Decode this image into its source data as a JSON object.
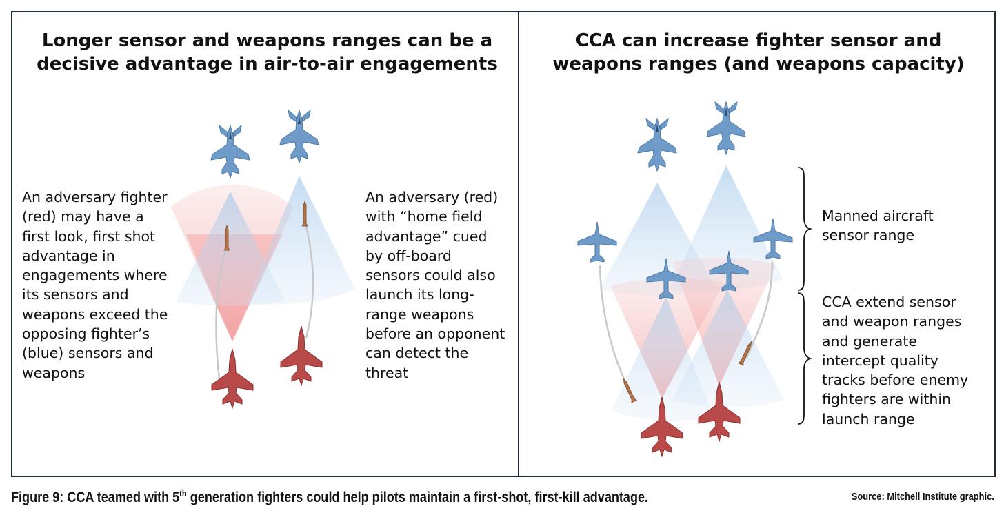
{
  "left_panel": {
    "title_lines": [
      "Longer sensor and weapons ranges can be a",
      "decisive advantage in air-to-air engagements"
    ],
    "left_text_lines": [
      "An adversary fighter",
      "(red) may have a",
      "first look, first shot",
      "advantage in",
      "engagements where",
      "its sensors and",
      "weapons exceed the",
      "opposing fighter’s",
      "(blue) sensors and",
      "weapons"
    ],
    "right_text_lines": [
      "An adversary (red)",
      "with “home field",
      "advantage” cued",
      "by off-board",
      "sensors could also",
      "launch its long-",
      "range weapons",
      "before an opponent",
      "can detect the",
      "threat"
    ]
  },
  "right_panel": {
    "title_lines": [
      "CCA can increase fighter sensor and",
      "weapons ranges (and weapons capacity)"
    ],
    "manned_lines": [
      "Manned aircraft",
      "sensor range"
    ],
    "cca_lines": [
      "CCA extend sensor",
      "and weapon ranges",
      "and generate",
      "intercept quality",
      "tracks before enemy",
      "fighters are within",
      "launch range"
    ]
  },
  "caption": {
    "prefix": "Figure 9: CCA teamed with 5",
    "superscript": "th",
    "suffix": " generation fighters could help pilots maintain a first-shot, first-kill advantage."
  },
  "source": "Source: Mitchell Institute graphic.",
  "colors": {
    "blue_aircraft": "#6f9bc9",
    "red_aircraft": "#b84a4a",
    "blue_cone": "#a9cbea",
    "red_cone": "#f2a0a0",
    "frame": "#1f2a3a"
  }
}
